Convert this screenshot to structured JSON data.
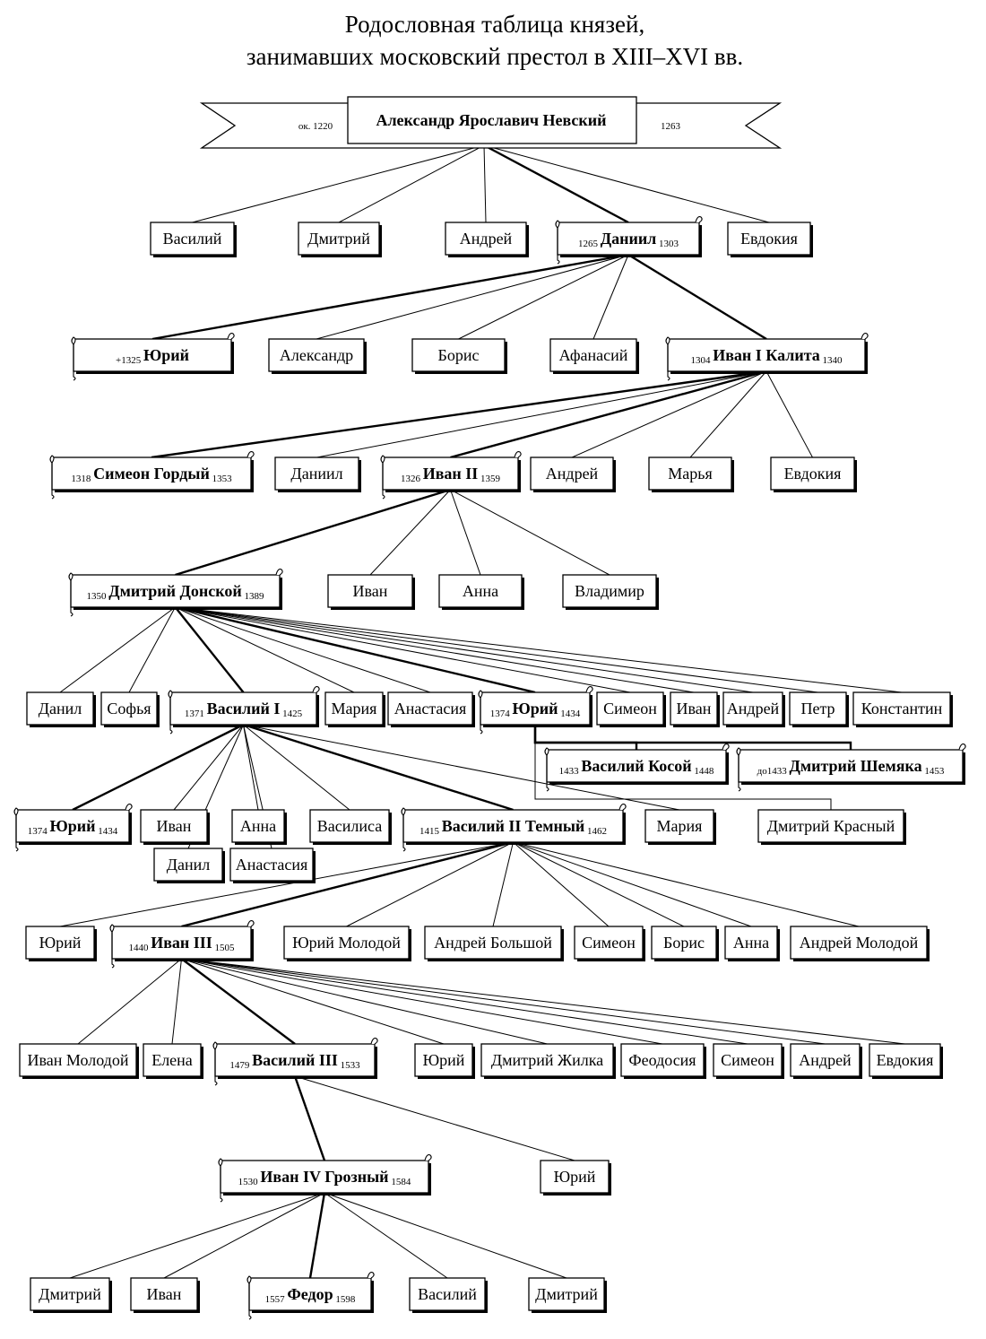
{
  "title": {
    "line1": "Родословная таблица князей,",
    "line2": "занимавших московский престол в XIII–XVI вв."
  },
  "root": {
    "name": "Александр Ярославич Невский",
    "birth": "ок. 1220",
    "death": "1263"
  },
  "people": [
    {
      "id": "vasiliy_a",
      "name": "Василий"
    },
    {
      "id": "dmitriy_a",
      "name": "Дмитрий"
    },
    {
      "id": "andrey_a",
      "name": "Андрей"
    },
    {
      "id": "daniil",
      "name": "Даниил",
      "birth": "1265",
      "death": "1303",
      "ruler": true
    },
    {
      "id": "evdokiya_a",
      "name": "Евдокия"
    },
    {
      "id": "yuriy_d",
      "name": "Юрий",
      "birth": "+1325",
      "ruler": true
    },
    {
      "id": "aleksandr_d",
      "name": "Александр"
    },
    {
      "id": "boris_d",
      "name": "Борис"
    },
    {
      "id": "afanasiy_d",
      "name": "Афанасий"
    },
    {
      "id": "ivan1",
      "name": "Иван I Калита",
      "birth": "1304",
      "death": "1340",
      "ruler": true
    },
    {
      "id": "simeon",
      "name": "Симеон Гордый",
      "birth": "1318",
      "death": "1353",
      "ruler": true
    },
    {
      "id": "daniil_i",
      "name": "Даниил"
    },
    {
      "id": "ivan2",
      "name": "Иван II",
      "birth": "1326",
      "death": "1359",
      "ruler": true
    },
    {
      "id": "andrey_i",
      "name": "Андрей"
    },
    {
      "id": "marya_i",
      "name": "Марья"
    },
    {
      "id": "evdokiya_i",
      "name": "Евдокия"
    },
    {
      "id": "dmitriy_donskoy",
      "name": "Дмитрий Донской",
      "birth": "1350",
      "death": "1389",
      "ruler": true
    },
    {
      "id": "ivan_i2",
      "name": "Иван"
    },
    {
      "id": "anna_i2",
      "name": "Анна"
    },
    {
      "id": "vladimir_i2",
      "name": "Владимир"
    },
    {
      "id": "danil_dd",
      "name": "Данил"
    },
    {
      "id": "sofya_dd",
      "name": "Софья"
    },
    {
      "id": "vasiliy1",
      "name": "Василий I",
      "birth": "1371",
      "death": "1425",
      "ruler": true
    },
    {
      "id": "mariya_dd",
      "name": "Мария"
    },
    {
      "id": "anastasiya_dd",
      "name": "Анастасия"
    },
    {
      "id": "yuriy_dd",
      "name": "Юрий",
      "birth": "1374",
      "death": "1434",
      "ruler": true
    },
    {
      "id": "simeon_dd",
      "name": "Симеон"
    },
    {
      "id": "ivan_dd",
      "name": "Иван"
    },
    {
      "id": "andrey_dd",
      "name": "Андрей"
    },
    {
      "id": "petr_dd",
      "name": "Петр"
    },
    {
      "id": "konstantin_dd",
      "name": "Константин"
    },
    {
      "id": "vasiliy_kosoy",
      "name": "Василий Косой",
      "birth": "1433",
      "death": "1448",
      "ruler": true
    },
    {
      "id": "dmitriy_shemyaka",
      "name": "Дмитрий Шемяка",
      "birth": "до1433",
      "death": "1453",
      "ruler": true
    },
    {
      "id": "dmitriy_krasniy",
      "name": "Дмитрий Красный"
    },
    {
      "id": "yuriy_v1",
      "name": "Юрий",
      "birth": "1374",
      "death": "1434",
      "ruler": true
    },
    {
      "id": "ivan_v1",
      "name": "Иван"
    },
    {
      "id": "danil_v1",
      "name": "Данил"
    },
    {
      "id": "anna_v1",
      "name": "Анна"
    },
    {
      "id": "anastasiya_v1",
      "name": "Анастасия"
    },
    {
      "id": "vasilisa_v1",
      "name": "Василиса"
    },
    {
      "id": "vasiliy2",
      "name": "Василий II Темный",
      "birth": "1415",
      "death": "1462",
      "ruler": true
    },
    {
      "id": "mariya_v1",
      "name": "Мария"
    },
    {
      "id": "yuriy_v2",
      "name": "Юрий"
    },
    {
      "id": "ivan3",
      "name": "Иван III",
      "birth": "1440",
      "death": "1505",
      "ruler": true
    },
    {
      "id": "yuriy_molodoy",
      "name": "Юрий Молодой"
    },
    {
      "id": "andrey_bolshoy",
      "name": "Андрей Большой"
    },
    {
      "id": "simeon_v2",
      "name": "Симеон"
    },
    {
      "id": "boris_v2",
      "name": "Борис"
    },
    {
      "id": "anna_v2",
      "name": "Анна"
    },
    {
      "id": "andrey_molodoy",
      "name": "Андрей Молодой"
    },
    {
      "id": "ivan_molodoy",
      "name": "Иван Молодой"
    },
    {
      "id": "elena_i3",
      "name": "Елена"
    },
    {
      "id": "vasiliy3",
      "name": "Василий III",
      "birth": "1479",
      "death": "1533",
      "ruler": true
    },
    {
      "id": "yuriy_i3",
      "name": "Юрий"
    },
    {
      "id": "dmitriy_zhilka",
      "name": "Дмитрий Жилка"
    },
    {
      "id": "feodosiya_i3",
      "name": "Феодосия"
    },
    {
      "id": "simeon_i3",
      "name": "Симеон"
    },
    {
      "id": "andrey_i3",
      "name": "Андрей"
    },
    {
      "id": "evdokiya_i3",
      "name": "Евдокия"
    },
    {
      "id": "ivan4",
      "name": "Иван IV Грозный",
      "birth": "1530",
      "death": "1584",
      "ruler": true
    },
    {
      "id": "yuriy_v3",
      "name": "Юрий"
    },
    {
      "id": "dmitriy_i4a",
      "name": "Дмитрий"
    },
    {
      "id": "ivan_i4",
      "name": "Иван"
    },
    {
      "id": "fedor",
      "name": "Федор",
      "birth": "1557",
      "death": "1598",
      "ruler": true
    },
    {
      "id": "vasiliy_i4",
      "name": "Василий"
    },
    {
      "id": "dmitriy_i4b",
      "name": "Дмитрий"
    }
  ],
  "edges": [
    [
      "root",
      "vasiliy_a"
    ],
    [
      "root",
      "dmitriy_a"
    ],
    [
      "root",
      "andrey_a"
    ],
    [
      "root",
      "daniil",
      "main"
    ],
    [
      "root",
      "evdokiya_a"
    ],
    [
      "daniil",
      "yuriy_d",
      "main"
    ],
    [
      "daniil",
      "aleksandr_d"
    ],
    [
      "daniil",
      "boris_d"
    ],
    [
      "daniil",
      "afanasiy_d"
    ],
    [
      "daniil",
      "ivan1",
      "main"
    ],
    [
      "ivan1",
      "simeon",
      "main"
    ],
    [
      "ivan1",
      "daniil_i"
    ],
    [
      "ivan1",
      "ivan2",
      "main"
    ],
    [
      "ivan1",
      "andrey_i"
    ],
    [
      "ivan1",
      "marya_i"
    ],
    [
      "ivan1",
      "evdokiya_i"
    ],
    [
      "ivan2",
      "dmitriy_donskoy",
      "main"
    ],
    [
      "ivan2",
      "ivan_i2"
    ],
    [
      "ivan2",
      "anna_i2"
    ],
    [
      "ivan2",
      "vladimir_i2"
    ],
    [
      "dmitriy_donskoy",
      "danil_dd"
    ],
    [
      "dmitriy_donskoy",
      "sofya_dd"
    ],
    [
      "dmitriy_donskoy",
      "vasiliy1",
      "main"
    ],
    [
      "dmitriy_donskoy",
      "mariya_dd"
    ],
    [
      "dmitriy_donskoy",
      "anastasiya_dd"
    ],
    [
      "dmitriy_donskoy",
      "yuriy_dd",
      "main"
    ],
    [
      "dmitriy_donskoy",
      "simeon_dd"
    ],
    [
      "dmitriy_donskoy",
      "ivan_dd"
    ],
    [
      "dmitriy_donskoy",
      "andrey_dd"
    ],
    [
      "dmitriy_donskoy",
      "petr_dd"
    ],
    [
      "dmitriy_donskoy",
      "konstantin_dd"
    ],
    [
      "yuriy_dd",
      "vasiliy_kosoy",
      "main"
    ],
    [
      "yuriy_dd",
      "dmitriy_shemyaka",
      "main"
    ],
    [
      "yuriy_dd",
      "dmitriy_krasniy"
    ],
    [
      "vasiliy1",
      "yuriy_v1",
      "main"
    ],
    [
      "vasiliy1",
      "ivan_v1"
    ],
    [
      "vasiliy1",
      "danil_v1"
    ],
    [
      "vasiliy1",
      "anna_v1"
    ],
    [
      "vasiliy1",
      "anastasiya_v1"
    ],
    [
      "vasiliy1",
      "vasilisa_v1"
    ],
    [
      "vasiliy1",
      "vasiliy2",
      "main"
    ],
    [
      "vasiliy1",
      "mariya_v1"
    ],
    [
      "vasiliy2",
      "yuriy_v2"
    ],
    [
      "vasiliy2",
      "ivan3",
      "main"
    ],
    [
      "vasiliy2",
      "yuriy_molodoy"
    ],
    [
      "vasiliy2",
      "andrey_bolshoy"
    ],
    [
      "vasiliy2",
      "simeon_v2"
    ],
    [
      "vasiliy2",
      "boris_v2"
    ],
    [
      "vasiliy2",
      "anna_v2"
    ],
    [
      "vasiliy2",
      "andrey_molodoy"
    ],
    [
      "ivan3",
      "ivan_molodoy"
    ],
    [
      "ivan3",
      "elena_i3"
    ],
    [
      "ivan3",
      "vasiliy3",
      "main"
    ],
    [
      "ivan3",
      "yuriy_i3"
    ],
    [
      "ivan3",
      "dmitriy_zhilka"
    ],
    [
      "ivan3",
      "feodosiya_i3"
    ],
    [
      "ivan3",
      "simeon_i3"
    ],
    [
      "ivan3",
      "andrey_i3"
    ],
    [
      "ivan3",
      "evdokiya_i3"
    ],
    [
      "vasiliy3",
      "ivan4",
      "main"
    ],
    [
      "vasiliy3",
      "yuriy_v3"
    ],
    [
      "ivan4",
      "dmitriy_i4a"
    ],
    [
      "ivan4",
      "ivan_i4"
    ],
    [
      "ivan4",
      "fedor",
      "main"
    ],
    [
      "ivan4",
      "vasiliy_i4"
    ],
    [
      "ivan4",
      "dmitriy_i4b"
    ]
  ]
}
